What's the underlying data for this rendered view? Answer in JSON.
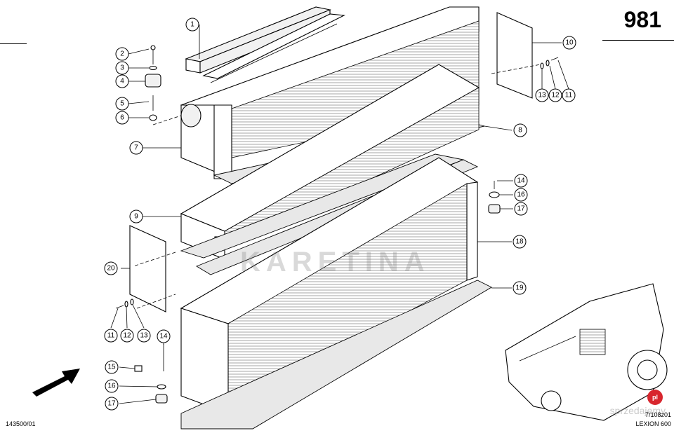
{
  "page_number": "981",
  "footer": {
    "drawing_id": "143500/01",
    "reference_code": "7/108z01",
    "model": "LEXION 600"
  },
  "watermark": {
    "text": "KARETINA",
    "site": "sprzedajemy",
    "badge": "pl"
  },
  "callouts": [
    {
      "id": "c1",
      "label": "1"
    },
    {
      "id": "c2",
      "label": "2"
    },
    {
      "id": "c3",
      "label": "3"
    },
    {
      "id": "c4",
      "label": "4"
    },
    {
      "id": "c5",
      "label": "5"
    },
    {
      "id": "c6",
      "label": "6"
    },
    {
      "id": "c7",
      "label": "7"
    },
    {
      "id": "c8",
      "label": "8"
    },
    {
      "id": "c9",
      "label": "9"
    },
    {
      "id": "c10",
      "label": "10"
    },
    {
      "id": "c11a",
      "label": "11"
    },
    {
      "id": "c12a",
      "label": "12"
    },
    {
      "id": "c13a",
      "label": "13"
    },
    {
      "id": "c14a",
      "label": "14"
    },
    {
      "id": "c16a",
      "label": "16"
    },
    {
      "id": "c17a",
      "label": "17"
    },
    {
      "id": "c18",
      "label": "18"
    },
    {
      "id": "c19",
      "label": "19"
    },
    {
      "id": "c20",
      "label": "20"
    },
    {
      "id": "c11b",
      "label": "11"
    },
    {
      "id": "c12b",
      "label": "12"
    },
    {
      "id": "c13b",
      "label": "13"
    },
    {
      "id": "c14b",
      "label": "14"
    },
    {
      "id": "c15",
      "label": "15"
    },
    {
      "id": "c16b",
      "label": "16"
    },
    {
      "id": "c17b",
      "label": "17"
    }
  ]
}
